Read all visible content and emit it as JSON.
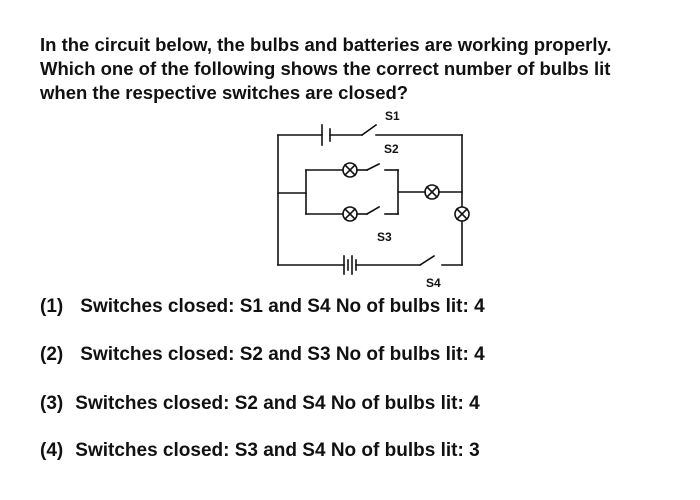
{
  "question": {
    "lines": [
      "In the circuit below, the bulbs and batteries are working properly.",
      "Which one of the following shows the correct number of bulbs lit",
      "when the respective switches are closed?"
    ]
  },
  "circuit": {
    "switch_labels": [
      "S1",
      "S2",
      "S3",
      "S4"
    ]
  },
  "options": [
    {
      "number": "(1)",
      "text": "Switches closed: S1 and S4 No of bulbs lit: 4"
    },
    {
      "number": "(2)",
      "text": "Switches closed: S2 and S3 No of bulbs lit: 4"
    },
    {
      "number": "(3)",
      "text": "Switches closed: S2 and S4 No of bulbs lit: 4"
    },
    {
      "number": "(4)",
      "text": "Switches closed: S3 and S4 No of bulbs lit: 3"
    }
  ]
}
